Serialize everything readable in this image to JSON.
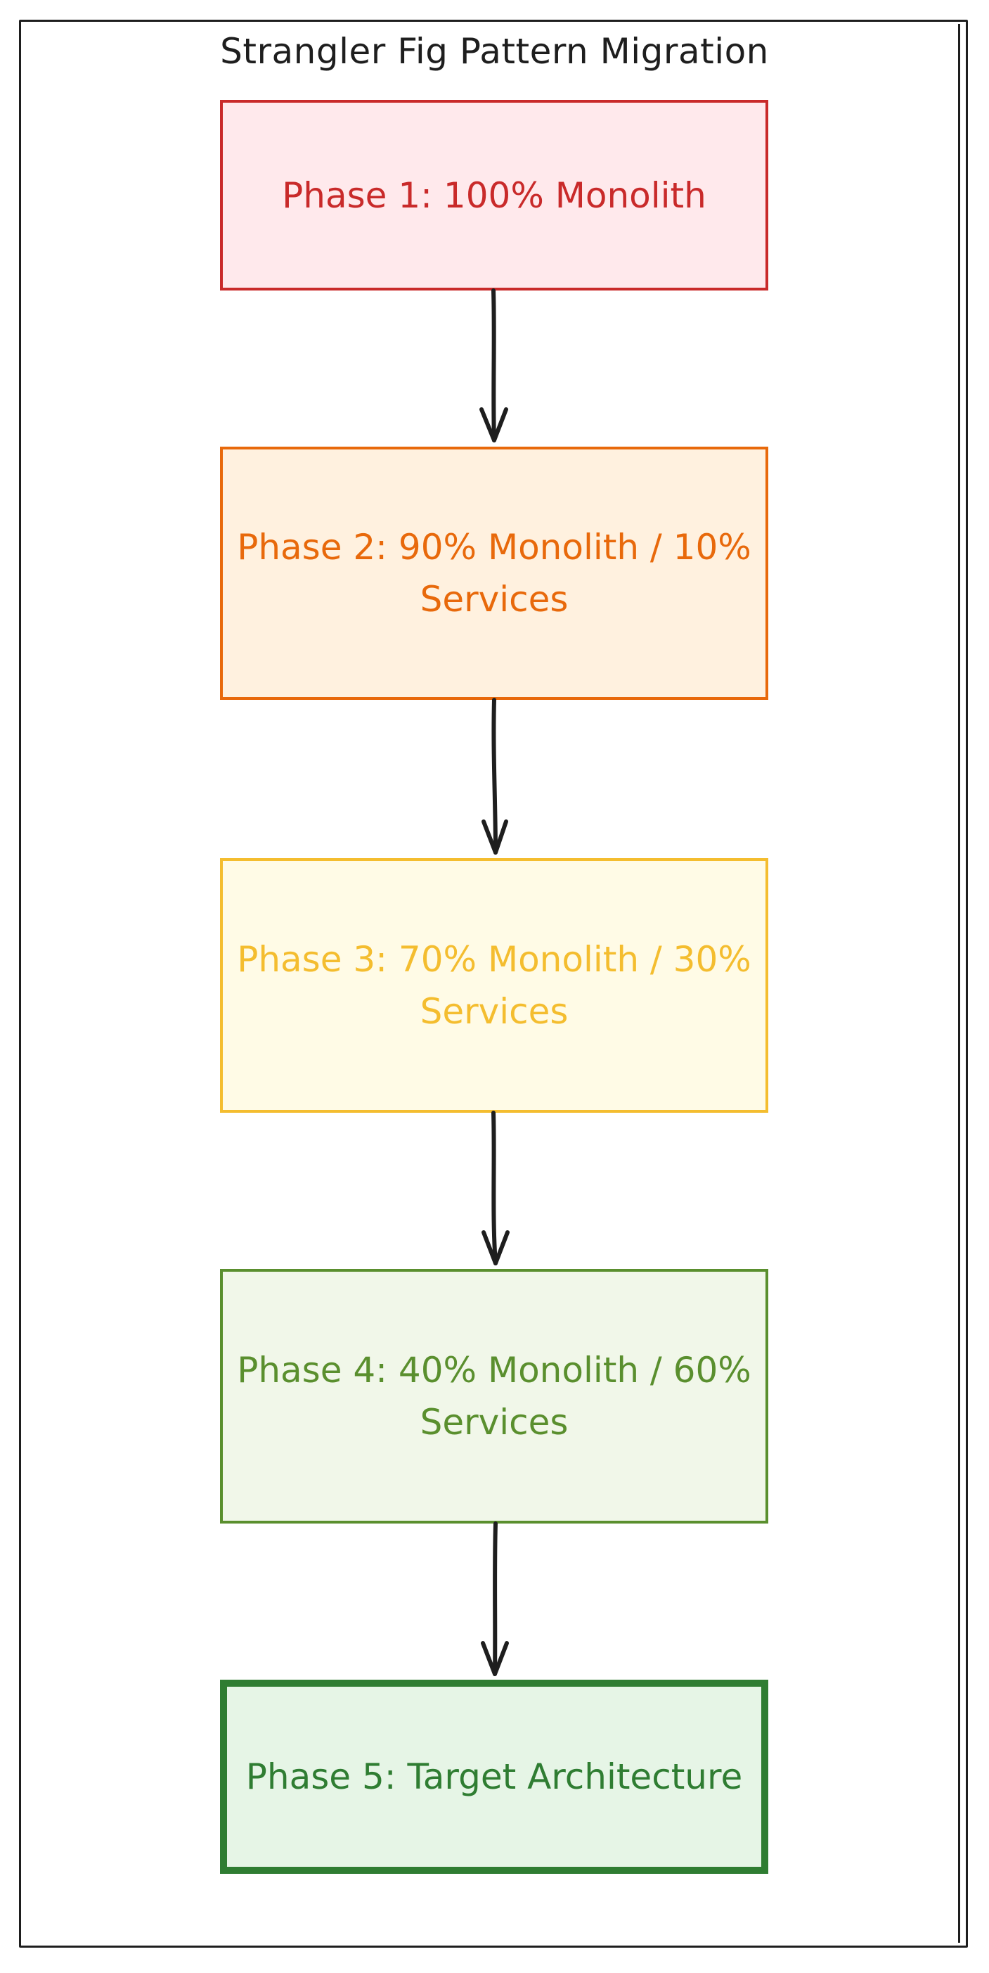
{
  "diagram": {
    "title": "Strangler Fig Pattern Migration",
    "phases": [
      {
        "label": "Phase 1: 100% Monolith",
        "color": "#c92a2a"
      },
      {
        "label": "Phase 2: 90% Monolith / 10% Services",
        "color": "#e8690b"
      },
      {
        "label": "Phase 3: 70% Monolith / 30% Services",
        "color": "#f4bd2f"
      },
      {
        "label": "Phase 4: 40% Monolith / 60% Services",
        "color": "#5a8f2e"
      },
      {
        "label": "Phase 5: Target Architecture",
        "color": "#2f7d32"
      }
    ]
  }
}
